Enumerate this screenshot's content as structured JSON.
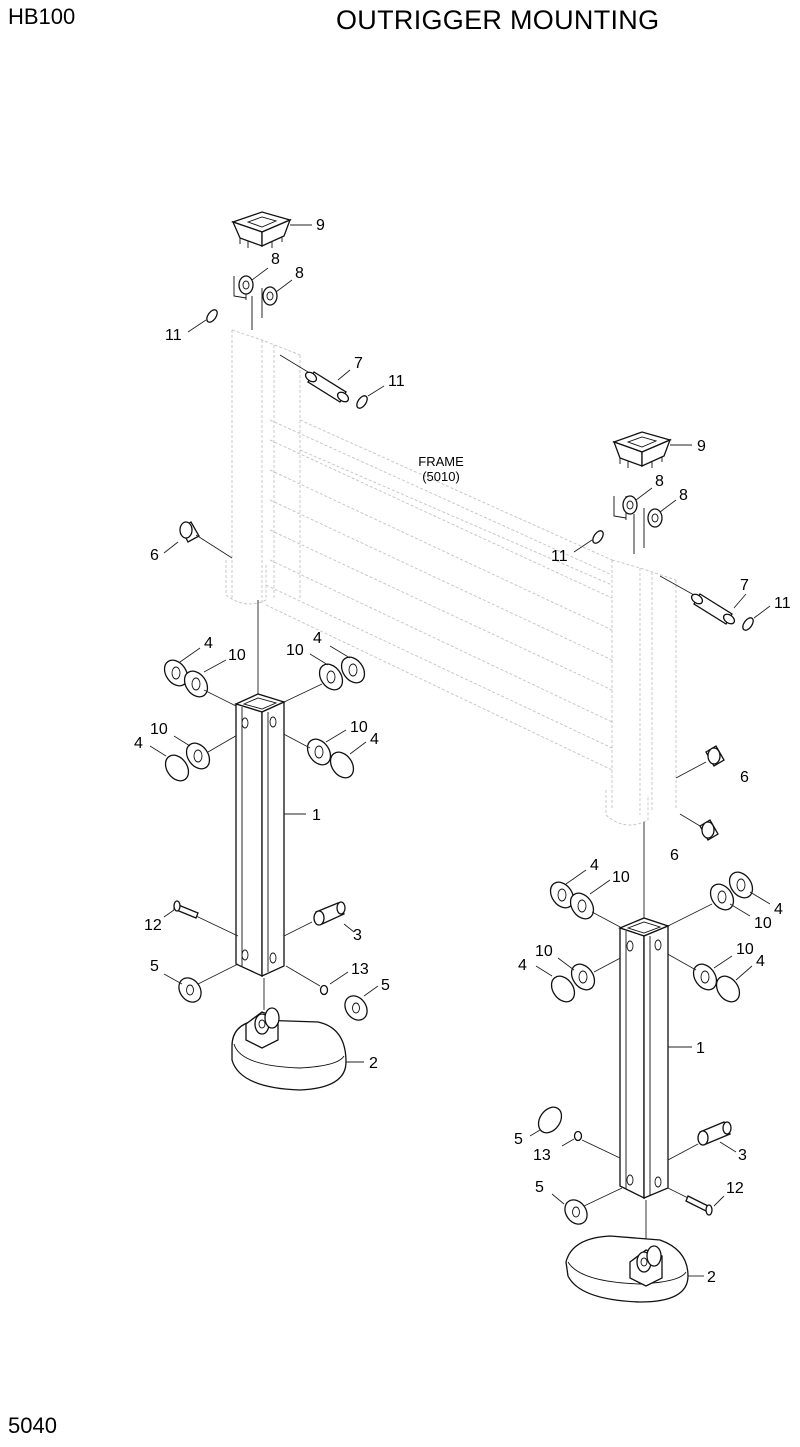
{
  "header": {
    "model": "HB100",
    "title": "OUTRIGGER MOUNTING"
  },
  "footer": {
    "page_number": "5040"
  },
  "frame_label": {
    "line1": "FRAME",
    "line2": "(5010)"
  },
  "callouts": {
    "n1": "1",
    "n2": "2",
    "n3": "3",
    "n4": "4",
    "n5": "5",
    "n6": "6",
    "n7": "7",
    "n8": "8",
    "n9": "9",
    "n10": "10",
    "n11": "11",
    "n12": "12",
    "n13": "13"
  }
}
